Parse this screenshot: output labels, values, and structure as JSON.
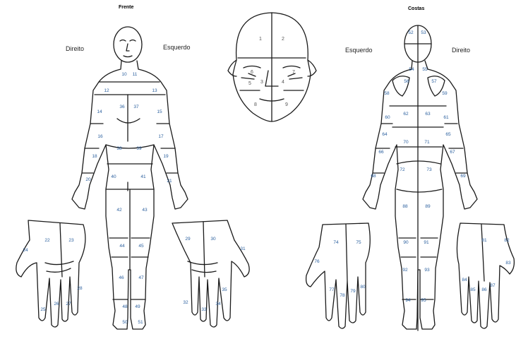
{
  "titles": {
    "front": "Frente",
    "back": "Costas"
  },
  "side_labels": {
    "front_right": "Direito",
    "front_left": "Esquerdo",
    "back_left": "Esquerdo",
    "back_right": "Direito"
  },
  "region_numbers": {
    "head": [
      "1",
      "2",
      "3",
      "4",
      "5",
      "6",
      "7",
      "8",
      "9"
    ],
    "front": [
      "10",
      "11",
      "12",
      "13",
      "14",
      "15",
      "16",
      "17",
      "18",
      "19",
      "20",
      "21",
      "22",
      "23",
      "24",
      "25",
      "26",
      "27",
      "28",
      "29",
      "30",
      "31",
      "32",
      "33",
      "34",
      "35",
      "36",
      "37",
      "38",
      "39",
      "40",
      "41",
      "42",
      "43",
      "44",
      "45",
      "46",
      "47",
      "48",
      "49",
      "50",
      "51"
    ],
    "back": [
      "52",
      "53",
      "54",
      "55",
      "56",
      "57",
      "58",
      "59",
      "60",
      "61",
      "62",
      "63",
      "64",
      "65",
      "66",
      "67",
      "68",
      "69",
      "70",
      "71",
      "72",
      "73",
      "74",
      "75",
      "76",
      "77",
      "78",
      "79",
      "80",
      "81",
      "82",
      "83",
      "84",
      "85",
      "86",
      "87",
      "88",
      "89",
      "90",
      "91",
      "92",
      "93",
      "94",
      "95"
    ]
  },
  "colors": {
    "outline": "#1a1a1a",
    "region_number": "#2a5f9e",
    "background": "#ffffff"
  }
}
